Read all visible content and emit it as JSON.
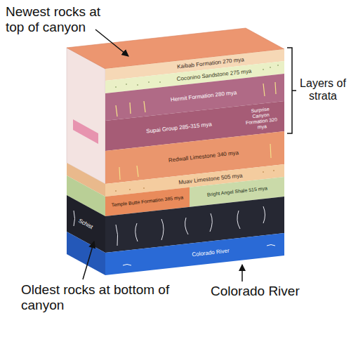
{
  "diagram": {
    "nodes": [
      {
        "text": [
          "Kaibab Formation 270 mya"
        ]
      },
      {
        "text": [
          "Coconino Sandstone 275 mya"
        ]
      },
      {
        "text": [
          "Hermit Formation 280 mya"
        ]
      },
      {
        "text": [
          "Supai Group 285-315 mya"
        ]
      },
      {
        "text": [
          "Surprise Canyon Formation 320 mya"
        ]
      },
      {
        "text": [
          "Redwall Limestone 340 mya"
        ]
      },
      {
        "text": [
          "Muav Limestone 505 mya"
        ]
      },
      {
        "text": [
          "Temple Butte Formation 385 mya"
        ]
      },
      {
        "text": [
          "Bright Angel Shale 515 mya"
        ]
      },
      {
        "text": [
          "Colorado River"
        ]
      }
    ],
    "labels": [
      "Newest rocks at top of canyon",
      "Layers of strata",
      "Colorado River",
      "Oldest rocks at bottom of canyon",
      "Schist"
    ]
  }
}
